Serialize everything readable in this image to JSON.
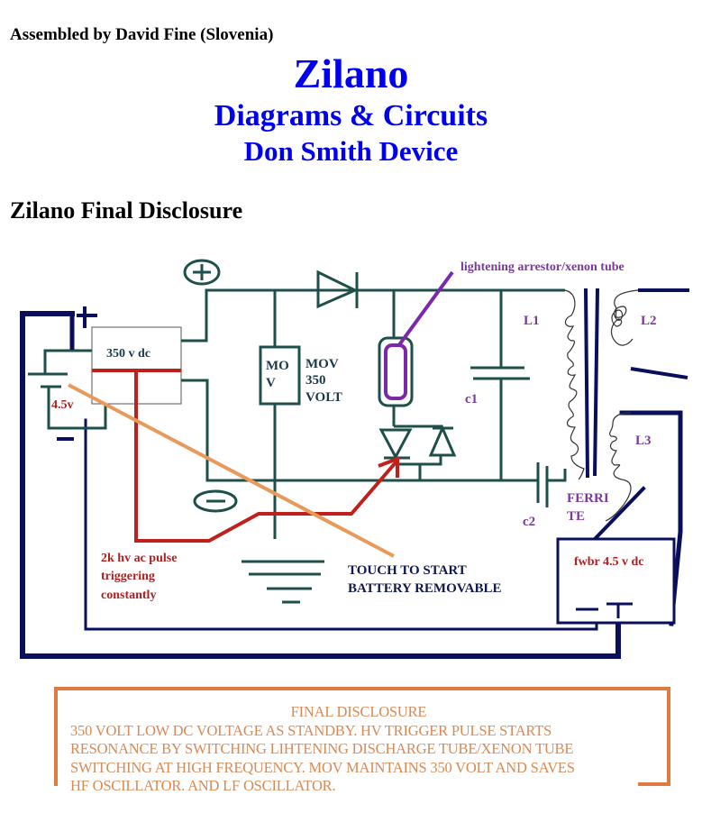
{
  "header": {
    "byline": "Assembled by David Fine (Slovenia)",
    "title": "Zilano",
    "subtitle": "Diagrams & Circuits",
    "subsubtitle": "Don Smith Device",
    "section_heading": "Zilano Final Disclosure"
  },
  "diagram": {
    "labels": {
      "plus_terminal": "+",
      "minus_terminal": "−",
      "converter": "350 v dc",
      "battery": "4.5v",
      "mov_inner_line1": "MO",
      "mov_inner_line2": "V",
      "mov_line1": "MOV",
      "mov_line2": "350",
      "mov_line3": "VOLT",
      "arrestor": "lightening arrestor/xenon tube",
      "c1": "c1",
      "c2": "c2",
      "l1": "L1",
      "l2": "L2",
      "l3": "L3",
      "ferrite_line1": "FERRI",
      "ferrite_line2": "TE",
      "pulse_line1": "2k hv ac pulse",
      "pulse_line2": "triggering",
      "pulse_line3": "constantly",
      "touch_line1": "TOUCH TO START",
      "touch_line2": "BATTERY REMOVABLE",
      "fwbr": "fwbr 4.5 v dc"
    },
    "colors": {
      "wire": "#1f4f4a",
      "navy": "#0a0f5c",
      "red": "#c0201c",
      "orange": "#e89a5a",
      "purple": "#7a2aa8",
      "label_purple": "#7a3a9a",
      "label_red": "#b02020",
      "label_navy": "#101850"
    }
  },
  "disclosure": {
    "title": "FINAL DISCLOSURE",
    "lines": [
      "350 VOLT LOW DC VOLTAGE AS STANDBY. HV TRIGGER PULSE STARTS",
      "RESONANCE BY SWITCHING LIHTENING DISCHARGE TUBE/XENON TUBE",
      "SWITCHING AT HIGH FREQUENCY. MOV MAINTAINS 350 VOLT AND SAVES",
      "HF OSCILLATOR. AND LF OSCILLATOR."
    ]
  }
}
